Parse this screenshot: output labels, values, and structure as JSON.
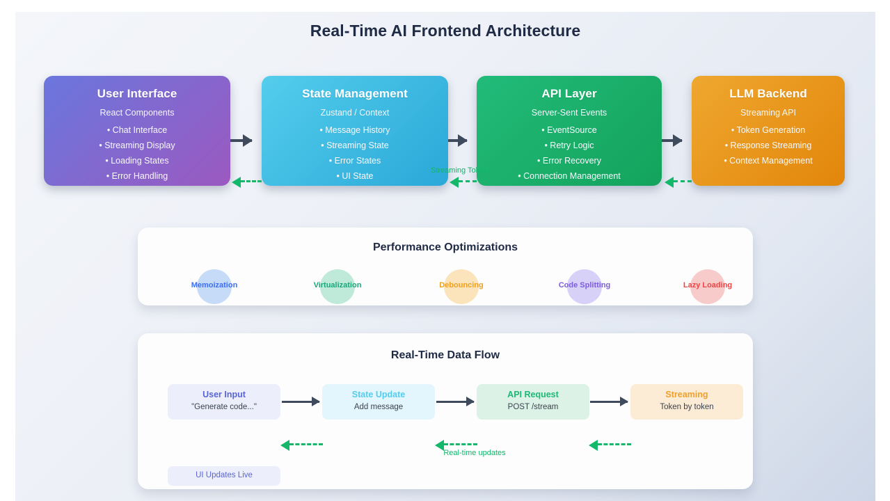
{
  "title": "Real-Time AI Frontend Architecture",
  "architecture": {
    "boxes": [
      {
        "title": "User Interface",
        "subtitle": "React Components",
        "items": [
          "• Chat Interface",
          "• Streaming Display",
          "• Loading States",
          "• Error Handling"
        ],
        "color_start": "#6a77dd",
        "color_end": "#9b59c0"
      },
      {
        "title": "State Management",
        "subtitle": "Zustand / Context",
        "items": [
          "• Message History",
          "• Streaming State",
          "• Error States",
          "• UI State"
        ],
        "color_start": "#54cdec",
        "color_end": "#2aa8d8"
      },
      {
        "title": "API Layer",
        "subtitle": "Server-Sent Events",
        "items": [
          "• EventSource",
          "• Retry Logic",
          "• Error Recovery",
          "• Connection Management"
        ],
        "color_start": "#1fb877",
        "color_end": "#17a962"
      },
      {
        "title": "LLM Backend",
        "subtitle": "Streaming API",
        "items": [
          "• Token Generation",
          "• Response Streaming",
          "• Context Management"
        ],
        "color_start": "#efa02a",
        "color_end": "#e2880c"
      }
    ],
    "return_flow_label": "Streaming Tokens",
    "forward_arrow_color": "#3f4a5c",
    "return_arrow_color": "#15b86a"
  },
  "performance": {
    "title": "Performance Optimizations",
    "items": [
      {
        "label": "Memoization",
        "circle_color": "#c6dbf8",
        "text_color": "#3d6ef5"
      },
      {
        "label": "Virtualization",
        "circle_color": "#bfe9d8",
        "text_color": "#1aa77b"
      },
      {
        "label": "Debouncing",
        "circle_color": "#fbe3bb",
        "text_color": "#f0a11c"
      },
      {
        "label": "Code Splitting",
        "circle_color": "#d7d0f7",
        "text_color": "#7d5ce0"
      },
      {
        "label": "Lazy Loading",
        "circle_color": "#f8cbcb",
        "text_color": "#ef4444"
      }
    ]
  },
  "dataflow": {
    "title": "Real-Time Data Flow",
    "cards": [
      {
        "title": "User Input",
        "subtitle": "\"Generate code...\"",
        "bg": "#eceefb",
        "title_color": "#5965d6"
      },
      {
        "title": "State Update",
        "subtitle": "Add message",
        "bg": "#e4f6fd",
        "title_color": "#53cdee"
      },
      {
        "title": "API Request",
        "subtitle": "POST /stream",
        "bg": "#dcf2e6",
        "title_color": "#1fb877"
      },
      {
        "title": "Streaming",
        "subtitle": "Token by token",
        "bg": "#fcecd6",
        "title_color": "#efa02a"
      }
    ],
    "return_label": "Real-time updates",
    "badge_label": "UI Updates Live"
  }
}
